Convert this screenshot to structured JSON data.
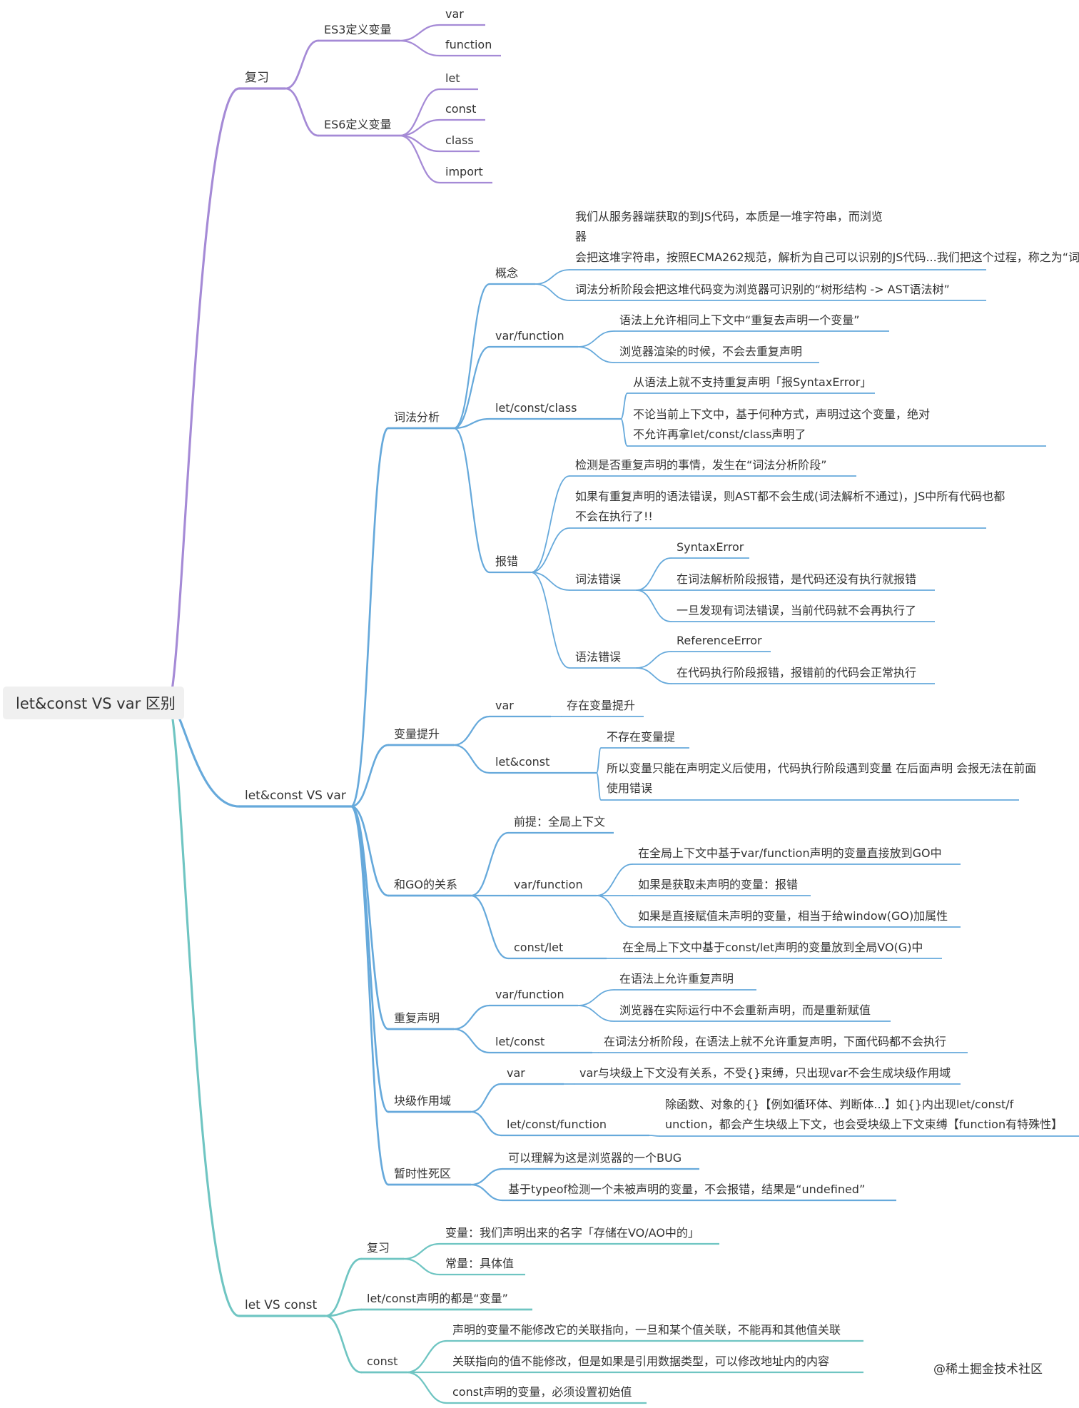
{
  "colors": {
    "purple": "#a58ad6",
    "blue": "#66a9db",
    "teal": "#6fc5c2",
    "root_bg": "#f0f0f0",
    "text": "#333333"
  },
  "watermark": "@稀土掘金技术社区",
  "root": {
    "label": "let&const VS var 区别",
    "children": [
      {
        "label": "复习",
        "color": "purple",
        "children": [
          {
            "label": "ES3定义变量",
            "children": [
              {
                "label": "var"
              },
              {
                "label": "function"
              }
            ]
          },
          {
            "label": "ES6定义变量",
            "children": [
              {
                "label": "let"
              },
              {
                "label": "const"
              },
              {
                "label": "class"
              },
              {
                "label": "import"
              }
            ]
          }
        ]
      },
      {
        "label": "let&const VS var",
        "color": "blue",
        "children": [
          {
            "label": "词法分析",
            "children": [
              {
                "label": "概念",
                "children": [
                  {
                    "label": "我们从服务器端获取的到JS代码，本质是一堆字符串，而浏览器会把这堆字符串，按照ECMA262规范，解析为自己可以识别的JS代码...我们把这个过程，称之为“词法分析/解析”"
                  },
                  {
                    "label": "词法分析阶段会把这堆代码变为浏览器可识别的“树形结构 -> AST语法树”"
                  }
                ]
              },
              {
                "label": "var/function",
                "children": [
                  {
                    "label": "语法上允许相同上下文中“重复去声明一个变量”"
                  },
                  {
                    "label": "浏览器渲染的时候，不会去重复声明"
                  }
                ]
              },
              {
                "label": "let/const/class",
                "children": [
                  {
                    "label": "从语法上就不支持重复声明「报SyntaxError」"
                  },
                  {
                    "label": "不论当前上下文中，基于何种方式，声明过这个变量，绝对不允许再拿let/const/class声明了"
                  }
                ]
              },
              {
                "label": "报错",
                "children": [
                  {
                    "label": "检测是否重复声明的事情，发生在“词法分析阶段”"
                  },
                  {
                    "label": "如果有重复声明的语法错误，则AST都不会生成(词法解析不通过)，JS中所有代码也都不会在执行了!!"
                  },
                  {
                    "label": "词法错误",
                    "children": [
                      {
                        "label": "SyntaxError"
                      },
                      {
                        "label": "在词法解析阶段报错，是代码还没有执行就报错"
                      },
                      {
                        "label": "一旦发现有词法错误，当前代码就不会再执行了"
                      }
                    ]
                  },
                  {
                    "label": "语法错误",
                    "children": [
                      {
                        "label": "ReferenceError"
                      },
                      {
                        "label": "在代码执行阶段报错，报错前的代码会正常执行"
                      }
                    ]
                  }
                ]
              }
            ]
          },
          {
            "label": "变量提升",
            "children": [
              {
                "label": "var",
                "children": [
                  {
                    "label": "存在变量提升"
                  }
                ]
              },
              {
                "label": "let&const",
                "children": [
                  {
                    "label": "不存在变量提"
                  },
                  {
                    "label": "所以变量只能在声明定义后使用，代码执行阶段遇到变量 在后面声明 会报无法在前面使用错误"
                  }
                ]
              }
            ]
          },
          {
            "label": "和GO的关系",
            "children": [
              {
                "label": "前提：全局上下文"
              },
              {
                "label": "var/function",
                "children": [
                  {
                    "label": "在全局上下文中基于var/function声明的变量直接放到GO中"
                  },
                  {
                    "label": "如果是获取未声明的变量：报错"
                  },
                  {
                    "label": "如果是直接赋值未声明的变量，相当于给window(GO)加属性"
                  }
                ]
              },
              {
                "label": "const/let",
                "children": [
                  {
                    "label": "在全局上下文中基于const/let声明的变量放到全局VO(G)中"
                  }
                ]
              }
            ]
          },
          {
            "label": "重复声明",
            "children": [
              {
                "label": "var/function",
                "children": [
                  {
                    "label": "在语法上允许重复声明"
                  },
                  {
                    "label": "浏览器在实际运行中不会重新声明，而是重新赋值"
                  }
                ]
              },
              {
                "label": "let/const",
                "children": [
                  {
                    "label": "在词法分析阶段，在语法上就不允许重复声明，下面代码都不会执行"
                  }
                ]
              }
            ]
          },
          {
            "label": "块级作用域",
            "children": [
              {
                "label": "var",
                "children": [
                  {
                    "label": "var与块级上下文没有关系，不受{}束缚，只出现var不会生成块级作用域"
                  }
                ]
              },
              {
                "label": "let/const/function",
                "children": [
                  {
                    "label": "除函数、对象的{}【例如循环体、判断体...】如{}内出现let/const/function，都会产生块级上下文，也会受块级上下文束缚【function有特殊性】"
                  }
                ]
              }
            ]
          },
          {
            "label": "暂时性死区",
            "children": [
              {
                "label": "可以理解为这是浏览器的一个BUG"
              },
              {
                "label": "基于typeof检测一个未被声明的变量，不会报错，结果是“undefined”"
              }
            ]
          }
        ]
      },
      {
        "label": "let VS const",
        "color": "teal",
        "children": [
          {
            "label": "复习",
            "children": [
              {
                "label": "变量：我们声明出来的名字「存储在VO/AO中的」"
              },
              {
                "label": "常量：具体值"
              }
            ]
          },
          {
            "label": "let/const声明的都是“变量”"
          },
          {
            "label": "const",
            "children": [
              {
                "label": "声明的变量不能修改它的关联指向，一旦和某个值关联，不能再和其他值关联"
              },
              {
                "label": "关联指向的值不能修改，但是如果是引用数据类型，可以修改地址内的内容"
              },
              {
                "label": "const声明的变量，必须设置初始值"
              }
            ]
          }
        ]
      }
    ]
  }
}
